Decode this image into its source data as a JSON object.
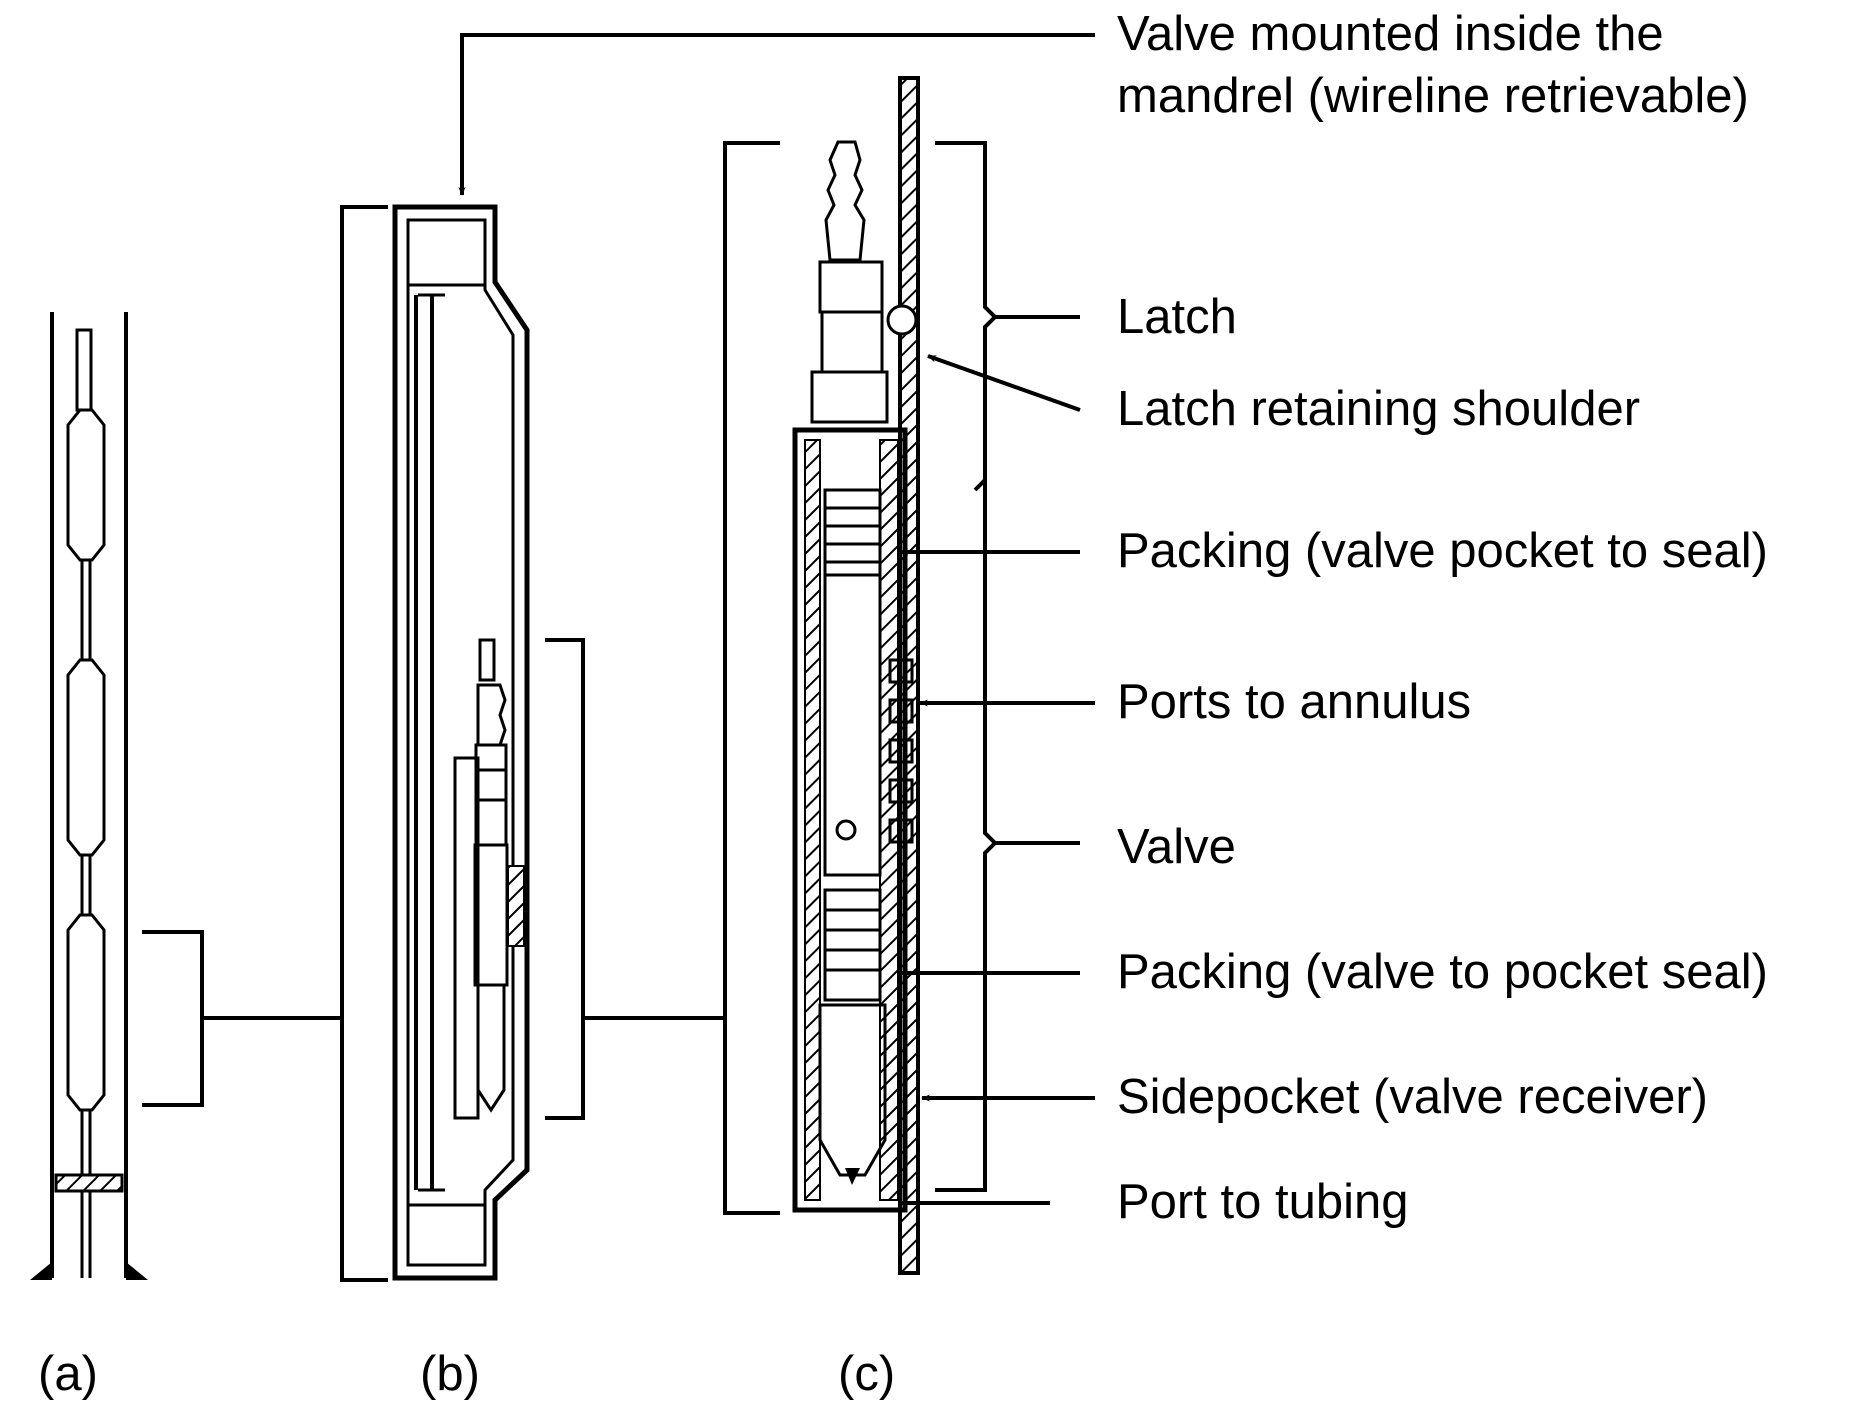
{
  "diagram": {
    "labels": {
      "valve_mounted": [
        "Valve mounted inside the",
        "mandrel (wireline retrievable)"
      ],
      "latch": "Latch",
      "latch_retaining_shoulder": "Latch retaining shoulder",
      "packing_top": "Packing (valve pocket to seal)",
      "ports_to_annulus": "Ports to annulus",
      "valve": "Valve",
      "packing_bottom": "Packing (valve to pocket seal)",
      "sidepocket": "Sidepocket (valve receiver)",
      "port_to_tubing": "Port to tubing"
    },
    "panels": {
      "a": "(a)",
      "b": "(b)",
      "c": "(c)"
    },
    "colors": {
      "line": "#000000",
      "background": "#ffffff"
    }
  }
}
